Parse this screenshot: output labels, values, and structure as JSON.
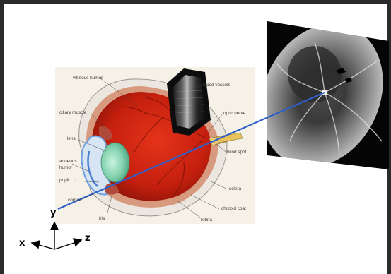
{
  "eye_labels": {
    "vitreous_humor": "vitreous humor",
    "blood_vessels": "blood vessels",
    "ciliary_muscle": "ciliary muscle",
    "optic_nerve": "optic nerve",
    "lens": "lens",
    "blind_spot": "blind spot",
    "aqueous_humor_line1": "aqueous",
    "aqueous_humor_line2": "humor",
    "pupil": "pupil",
    "sclera": "sclera",
    "cornea": "cornea",
    "choroid_coat": "choroid coat",
    "iris": "iris",
    "retina": "retina"
  },
  "axes": {
    "x": "x",
    "y": "y",
    "z": "z"
  },
  "colors": {
    "scan_line": "#2f5fc8",
    "sclera": "#ece9e3",
    "vitreous": "#cc2410",
    "lens": "#8fd6b8",
    "cornea_blue": "#6f9fe0",
    "fundus_dark": "#0c0c0c"
  },
  "icons": [
    "oct-scan-inset",
    "fundus-image",
    "coordinate-axes-icon"
  ]
}
